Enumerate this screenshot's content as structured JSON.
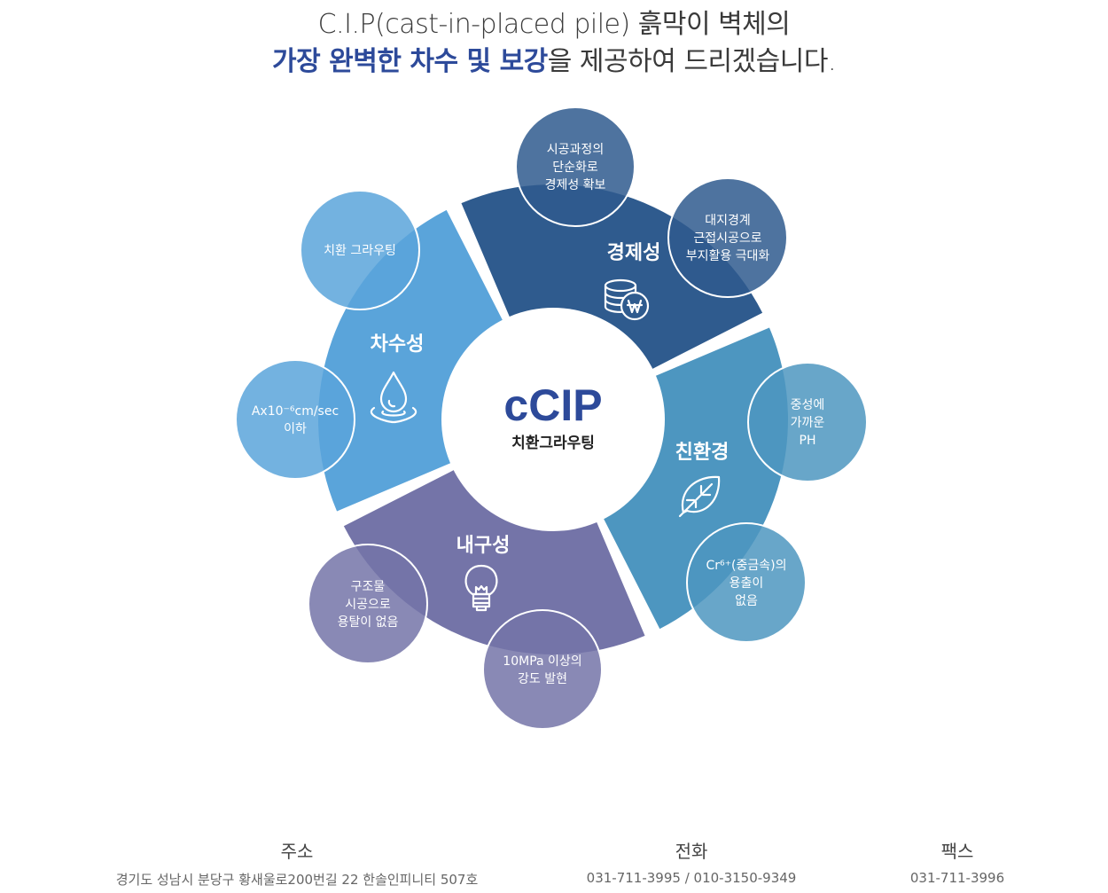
{
  "headline": {
    "line1": "C.I.P(cast-in-placed pile) 흙막이 벽체의",
    "line2_accent": "가장 완벽한 차수 및 보강",
    "line2_rest": "을 제공하여 드리겠습니다."
  },
  "center": {
    "title": "cCIP",
    "subtitle": "치환그라우팅"
  },
  "colors": {
    "economy": "#2f5b8e",
    "eco": "#4d96c0",
    "durability": "#7474a8",
    "waterproof": "#5aa4da",
    "accent": "#2d4a9a"
  },
  "segments": [
    {
      "key": "economy",
      "label": "경제성",
      "icon": "coins-won-icon"
    },
    {
      "key": "eco",
      "label": "친환경",
      "icon": "leaf-icon"
    },
    {
      "key": "durability",
      "label": "내구성",
      "icon": "lightbulb-icon"
    },
    {
      "key": "waterproof",
      "label": "차수성",
      "icon": "water-drop-icon"
    }
  ],
  "bubbles": [
    {
      "group": "economy",
      "lines": [
        "시공과정의",
        "단순화로",
        "경제성 확보"
      ]
    },
    {
      "group": "economy",
      "lines": [
        "대지경계",
        "근접시공으로",
        "부지활용 극대화"
      ]
    },
    {
      "group": "eco",
      "lines": [
        "중성에",
        "가까운",
        "PH"
      ]
    },
    {
      "group": "eco",
      "lines": [
        "Cr⁶⁺(중금속)의",
        "용출이",
        "없음"
      ]
    },
    {
      "group": "durability",
      "lines": [
        "10MPa 이상의",
        "강도 발현"
      ]
    },
    {
      "group": "durability",
      "lines": [
        "구조물",
        "시공으로",
        "용탈이 없음"
      ]
    },
    {
      "group": "waterproof",
      "lines": [
        "Ax10⁻⁶cm/sec",
        "이하"
      ]
    },
    {
      "group": "waterproof",
      "lines": [
        "치환 그라우팅"
      ]
    }
  ],
  "footer": {
    "address_label": "주소",
    "address_value": "경기도 성남시 분당구 황새울로200번길 22 한솔인피니티 507호",
    "phone_label": "전화",
    "phone_value": "031-711-3995 / 010-3150-9349",
    "fax_label": "팩스",
    "fax_value": "031-711-3996"
  }
}
